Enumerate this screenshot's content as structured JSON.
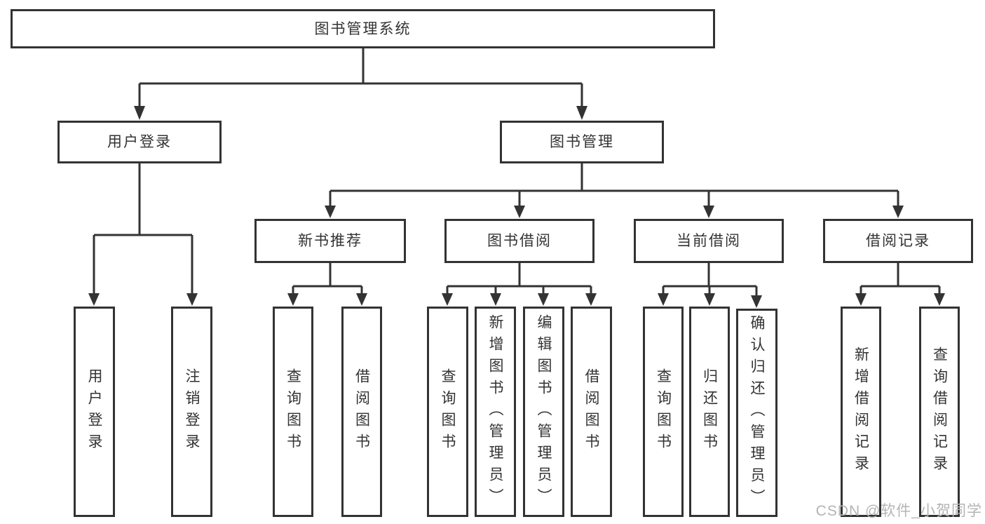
{
  "diagram": {
    "root": {
      "label": "图书管理系统",
      "children": [
        {
          "label": "用户登录",
          "children": [
            {
              "label": "用户登录"
            },
            {
              "label": "注销登录"
            }
          ]
        },
        {
          "label": "图书管理",
          "children": [
            {
              "label": "新书推荐",
              "children": [
                {
                  "label": "查询图书"
                },
                {
                  "label": "借阅图书"
                }
              ]
            },
            {
              "label": "图书借阅",
              "children": [
                {
                  "label": "查询图书"
                },
                {
                  "label": "新增图书（管理员）"
                },
                {
                  "label": "编辑图书（管理员）"
                },
                {
                  "label": "借阅图书"
                }
              ]
            },
            {
              "label": "当前借阅",
              "children": [
                {
                  "label": "查询图书"
                },
                {
                  "label": "归还图书"
                },
                {
                  "label": "确认归还（管理员）"
                }
              ]
            },
            {
              "label": "借阅记录",
              "children": [
                {
                  "label": "新增借阅记录"
                },
                {
                  "label": "查询借阅记录"
                }
              ]
            }
          ]
        }
      ]
    }
  },
  "watermark": {
    "text": "CSDN @软件_小贺同学"
  },
  "colors": {
    "line": "#333333",
    "text": "#333333",
    "box_background": "#ffffff",
    "watermark": "#b4b4b4",
    "background": "#ffffff"
  }
}
